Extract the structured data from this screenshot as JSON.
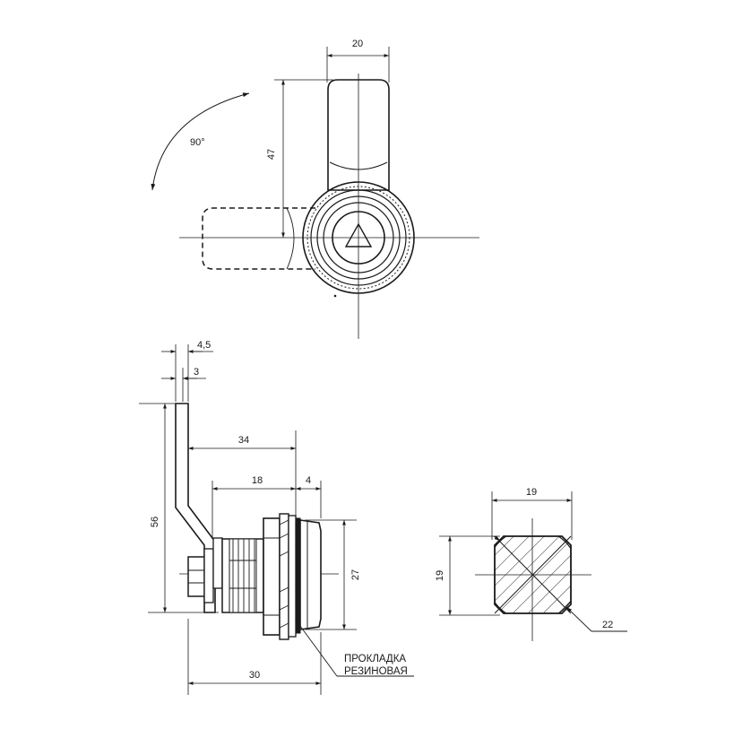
{
  "top_view": {
    "width_dim": "20",
    "height_dim": "47",
    "rotation": "90°"
  },
  "side_view": {
    "dims": {
      "d_4_5": "4,5",
      "d_3": "3",
      "d_34": "34",
      "d_18": "18",
      "d_4": "4",
      "d_56": "56",
      "d_27": "27",
      "d_30": "30"
    },
    "gasket_label_line1": "ПРОКЛАДКА",
    "gasket_label_line2": "РЕЗИНОВАЯ"
  },
  "section_view": {
    "width_dim": "19",
    "height_dim": "19",
    "diag_dim": "22"
  }
}
